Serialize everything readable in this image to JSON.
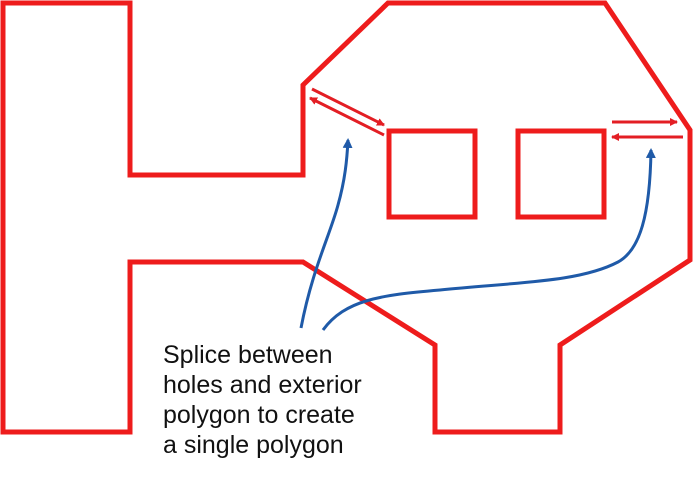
{
  "colors": {
    "polygon": "#ee1c1c",
    "splice": "#e31e24",
    "annotation": "#1f5aa8",
    "text": "#111111",
    "background": "#ffffff"
  },
  "caption": {
    "lines": [
      "Splice between",
      "holes and exterior",
      "polygon to create",
      "a single polygon"
    ]
  }
}
